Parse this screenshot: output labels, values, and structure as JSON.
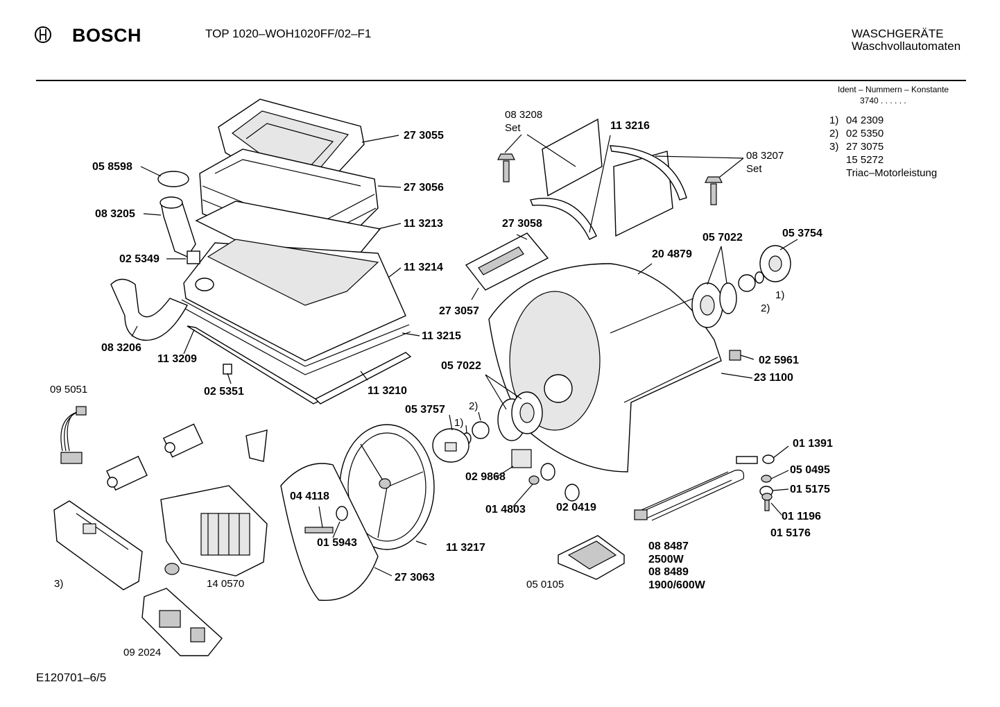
{
  "header": {
    "brand": "BOSCH",
    "model": "TOP 1020–WOH1020FF/02–F1",
    "category_line1": "WASCHGERÄTE",
    "category_line2": "Waschvollautomaten"
  },
  "ident": {
    "title": "Ident – Nummern – Konstante",
    "value": "3740  .  .  .  .  .  ."
  },
  "notes": [
    {
      "num": "1)",
      "code": "04 2309"
    },
    {
      "num": "2)",
      "code": "02 5350"
    },
    {
      "num": "3)",
      "code": "27 3075"
    },
    {
      "num": "",
      "code": "15 5272"
    },
    {
      "num": "",
      "code": "Triac–Motorleistung"
    }
  ],
  "labels": {
    "p273055": "27 3055",
    "p058598": "05 8598",
    "p273056": "27 3056",
    "p083205": "08 3205",
    "p113213": "11 3213",
    "p025349": "02 5349",
    "p113214": "11 3214",
    "p083206": "08 3206",
    "p113209": "11 3209",
    "p113215": "11 3215",
    "p025351": "02 5351",
    "p113210": "11 3210",
    "p083208": "08 3208",
    "set1": "Set",
    "p113216": "11 3216",
    "p083207": "08 3207",
    "set2": "Set",
    "p273058": "27 3058",
    "p273057": "27 3057",
    "p204879": "20 4879",
    "p057022a": "05 7022",
    "p053754": "05 3754",
    "fn2a": "2)",
    "fn1a": "1)",
    "p025961": "02 5961",
    "p231100": "23 1100",
    "p057022b": "05 7022",
    "p053757": "05 3757",
    "fn2b": "2)",
    "fn1b": "1)",
    "p095051": "09 5051",
    "p029868": "02 9868",
    "p014803": "01 4803",
    "p020419": "02 0419",
    "p011391": "01 1391",
    "p050495": "05 0495",
    "p015175": "01 5175",
    "p011196": "01 1196",
    "p015176": "01 5176",
    "p044118": "04 4118",
    "p015943": "01 5943",
    "p113217": "11 3217",
    "p273063": "27 3063",
    "p140570": "14 0570",
    "fn3": "3)",
    "p050105": "05 0105",
    "p088487": "08 8487",
    "w2500": "2500W",
    "p088489": "08 8489",
    "w1900": "1900/600W",
    "p092024": "09 2024"
  },
  "footer": {
    "code": "E120701–6/5"
  }
}
